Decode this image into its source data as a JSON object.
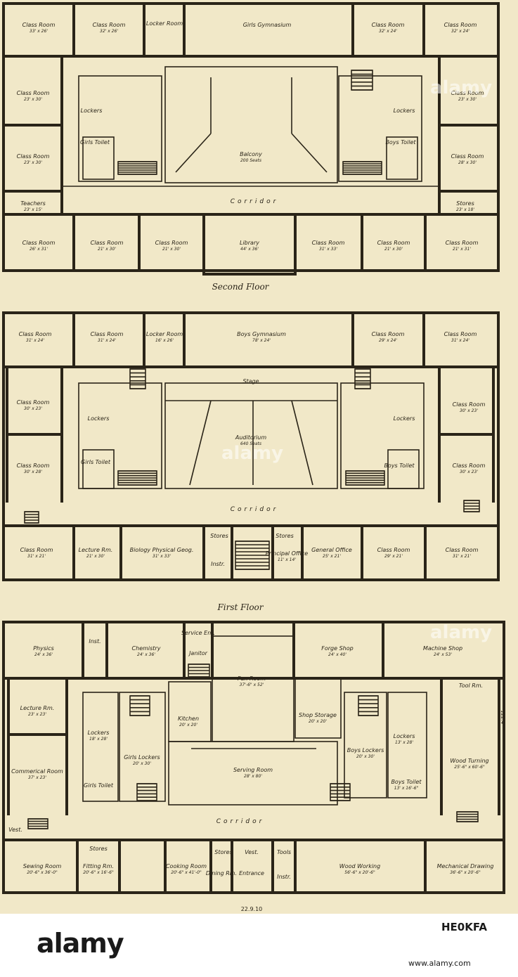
{
  "floors": [
    {
      "caption": "Second Floor",
      "corridor": "Corridor",
      "rooms": [
        {
          "name": "Class Room",
          "dims": "33' x 26'"
        },
        {
          "name": "Class Room",
          "dims": "32' x 26'"
        },
        {
          "name": "Locker Room",
          "dims": ""
        },
        {
          "name": "Girls Gymnasium",
          "dims": ""
        },
        {
          "name": "Class Room",
          "dims": "32' x 24'"
        },
        {
          "name": "Class Room",
          "dims": "32' x 24'"
        },
        {
          "name": "Class Room",
          "dims": "23' x 30'"
        },
        {
          "name": "Class Room",
          "dims": "23' x 30'"
        },
        {
          "name": "Teachers",
          "dims": "23' x 15'"
        },
        {
          "name": "Lockers",
          "dims": ""
        },
        {
          "name": "Girls Toilet",
          "dims": ""
        },
        {
          "name": "Balcony",
          "dims": "200 Seats"
        },
        {
          "name": "Lockers",
          "dims": ""
        },
        {
          "name": "Boys Toilet",
          "dims": ""
        },
        {
          "name": "Class Room",
          "dims": "23' x 30'"
        },
        {
          "name": "Class Room",
          "dims": "28' x 30'"
        },
        {
          "name": "Stores",
          "dims": "23' x 18'"
        },
        {
          "name": "Class Room",
          "dims": "26' x 31'"
        },
        {
          "name": "Class Room",
          "dims": "21' x 30'"
        },
        {
          "name": "Class Room",
          "dims": "21' x 30'"
        },
        {
          "name": "Library",
          "dims": "44' x 36'"
        },
        {
          "name": "Class Room",
          "dims": "31' x 33'"
        },
        {
          "name": "Class Room",
          "dims": "21' x 30'"
        },
        {
          "name": "Class Room",
          "dims": "21' x 31'"
        }
      ]
    },
    {
      "caption": "First Floor",
      "corridor": "Corridor",
      "rooms": [
        {
          "name": "Class Room",
          "dims": "31' x 24'"
        },
        {
          "name": "Class Room",
          "dims": "31' x 24'"
        },
        {
          "name": "Locker Room",
          "dims": "16' x 26'"
        },
        {
          "name": "Boys Gymnasium",
          "dims": "78' x 24'"
        },
        {
          "name": "Class Room",
          "dims": "29' x 24'"
        },
        {
          "name": "Class Room",
          "dims": "31' x 24'"
        },
        {
          "name": "Class Room",
          "dims": "30' x 23'"
        },
        {
          "name": "Class Room",
          "dims": "30' x 28'"
        },
        {
          "name": "Lockers",
          "dims": ""
        },
        {
          "name": "Girls Toilet",
          "dims": ""
        },
        {
          "name": "Stage",
          "dims": ""
        },
        {
          "name": "Auditorium",
          "dims": "640 Seats"
        },
        {
          "name": "Lockers",
          "dims": ""
        },
        {
          "name": "Boys Toilet",
          "dims": ""
        },
        {
          "name": "Class Room",
          "dims": "30' x 23'"
        },
        {
          "name": "Class Room",
          "dims": "30' x 23'"
        },
        {
          "name": "Class Room",
          "dims": "31' x 21'"
        },
        {
          "name": "Lecture Rm.",
          "dims": "21' x 30'"
        },
        {
          "name": "Biology Physical Geog.",
          "dims": "31' x 33'"
        },
        {
          "name": "Stores",
          "dims": ""
        },
        {
          "name": "Instr.",
          "dims": ""
        },
        {
          "name": "Stores",
          "dims": ""
        },
        {
          "name": "Principal Office",
          "dims": "11' x 14'"
        },
        {
          "name": "General Office",
          "dims": "25' x 21'"
        },
        {
          "name": "Class Room",
          "dims": "29' x 21'"
        },
        {
          "name": "Class Room",
          "dims": "31' x 21'"
        }
      ]
    },
    {
      "caption": "",
      "corridor": "Corridor",
      "rooms": [
        {
          "name": "Physics",
          "dims": "24' x 36'"
        },
        {
          "name": "Inst.",
          "dims": ""
        },
        {
          "name": "Chemistry",
          "dims": "24' x 36'"
        },
        {
          "name": "Service Ent.",
          "dims": ""
        },
        {
          "name": "Janitor",
          "dims": ""
        },
        {
          "name": "Fan Room",
          "dims": "37'-6\" x 52'"
        },
        {
          "name": "Forge Shop",
          "dims": "24' x 40'"
        },
        {
          "name": "Machine Shop",
          "dims": "24' x 53'"
        },
        {
          "name": "Tool Rm.",
          "dims": ""
        },
        {
          "name": "Lecture Rm.",
          "dims": "23' x 23'"
        },
        {
          "name": "Commerical Room",
          "dims": "37' x 23'"
        },
        {
          "name": "Lockers",
          "dims": "18' x 28'"
        },
        {
          "name": "Girls Toilet",
          "dims": ""
        },
        {
          "name": "Girls Lockers",
          "dims": "20' x 30'"
        },
        {
          "name": "Kitchen",
          "dims": "20' x 20'"
        },
        {
          "name": "Serving Room",
          "dims": "28' x 80'"
        },
        {
          "name": "Shop Storage",
          "dims": "20' x 20'"
        },
        {
          "name": "Boys Lockers",
          "dims": "20' x 30'"
        },
        {
          "name": "Lockers",
          "dims": "13' x 28'"
        },
        {
          "name": "Boys Toilet",
          "dims": "13' x 16'-6\""
        },
        {
          "name": "Wood Turning",
          "dims": "25'-6\" x 60'-6\""
        },
        {
          "name": "Vest.",
          "dims": ""
        },
        {
          "name": "Sewing Room",
          "dims": "20'-6\" x 36'-0\""
        },
        {
          "name": "Stores",
          "dims": ""
        },
        {
          "name": "Fitting Rm.",
          "dims": "20'-6\" x 16'-6\""
        },
        {
          "name": "Cooking Room",
          "dims": "20'-6\" x 41'-0\""
        },
        {
          "name": "Stores",
          "dims": ""
        },
        {
          "name": "Dining Rm.",
          "dims": ""
        },
        {
          "name": "Vest.",
          "dims": ""
        },
        {
          "name": "Entrance",
          "dims": ""
        },
        {
          "name": "Tools",
          "dims": ""
        },
        {
          "name": "Instr.",
          "dims": ""
        },
        {
          "name": "Wood Working",
          "dims": "56'-6\" x 20'-6\""
        },
        {
          "name": "Mechanical Drawing",
          "dims": "36'-6\" x 20'-6\""
        }
      ]
    }
  ],
  "plan_number": "22.9.10",
  "side_code": "122.4",
  "watermark": "alamy",
  "footer": {
    "logo": "alamy",
    "image_code": "HE0KFA",
    "url": "www.alamy.com"
  },
  "colors": {
    "paper": "#f1e8c8",
    "ink": "#2a2418"
  }
}
